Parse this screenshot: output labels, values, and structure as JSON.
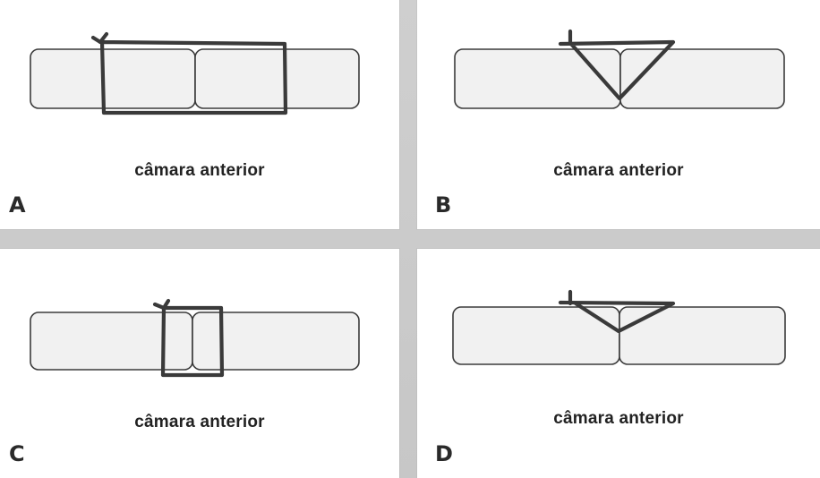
{
  "panels": [
    {
      "id": "A",
      "letter": "A",
      "caption": "câmara anterior"
    },
    {
      "id": "B",
      "letter": "B",
      "caption": "câmara anterior"
    },
    {
      "id": "C",
      "letter": "C",
      "caption": "câmara anterior"
    },
    {
      "id": "D",
      "letter": "D",
      "caption": "câmara anterior"
    }
  ]
}
